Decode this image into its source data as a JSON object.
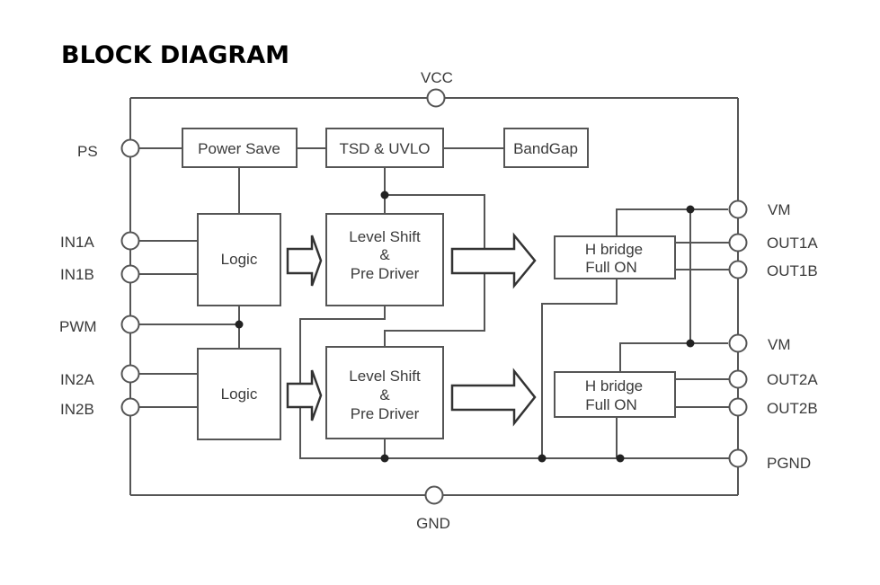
{
  "title": "BLOCK DIAGRAM",
  "pins": {
    "vcc": "VCC",
    "gnd": "GND",
    "ps": "PS",
    "in1a": "IN1A",
    "in1b": "IN1B",
    "pwm": "PWM",
    "in2a": "IN2A",
    "in2b": "IN2B",
    "vm1": "VM",
    "out1a": "OUT1A",
    "out1b": "OUT1B",
    "vm2": "VM",
    "out2a": "OUT2A",
    "out2b": "OUT2B",
    "pgnd": "PGND"
  },
  "blocks": {
    "power_save": "Power Save",
    "tsd_uvlo": "TSD & UVLO",
    "bandgap": "BandGap",
    "logic1": "Logic",
    "logic2": "Logic",
    "level_shift1": {
      "line1": "Level Shift",
      "line2": "&",
      "line3": "Pre Driver"
    },
    "level_shift2": {
      "line1": "Level Shift",
      "line2": "&",
      "line3": "Pre Driver"
    },
    "hbridge1": {
      "line1": "H bridge",
      "line2": "Full ON"
    },
    "hbridge2": {
      "line1": "H bridge",
      "line2": "Full ON"
    }
  }
}
